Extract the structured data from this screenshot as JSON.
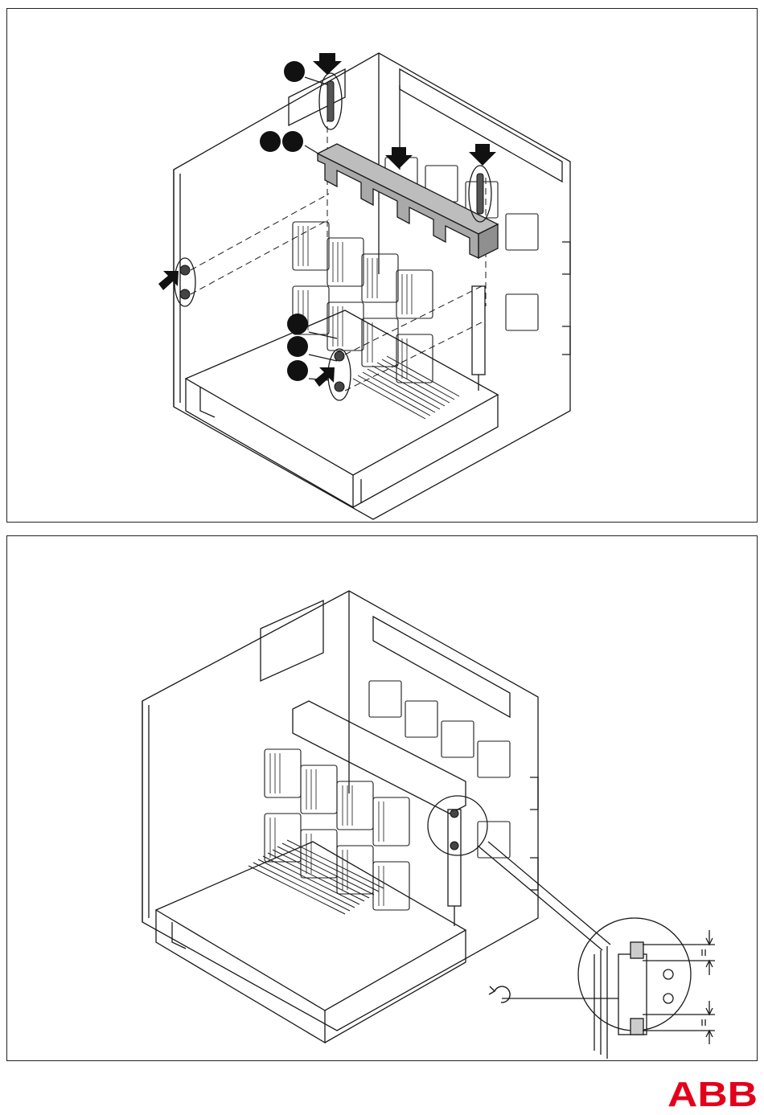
{
  "brand": {
    "logo_text": "ABB",
    "logo_color": "#e2001a"
  },
  "colors": {
    "line": "#1a1a1a",
    "busbar_fill": "#a9a9a9",
    "marker_fill": "#111111",
    "background": "#ffffff"
  },
  "figures": {
    "top": {
      "callout_markers": 6,
      "arrow_markers": 5
    },
    "bottom": {
      "detail_view": true,
      "rotation_icon": "rotate-icon"
    }
  }
}
